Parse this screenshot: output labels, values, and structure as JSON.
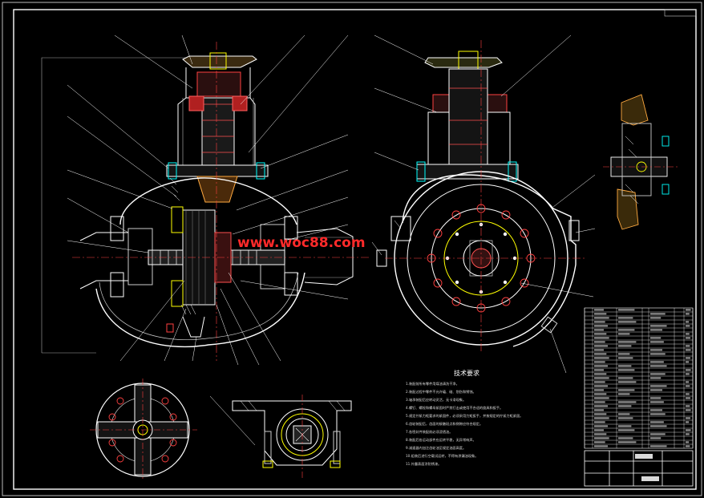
{
  "drawing": {
    "watermark": "www.woc88.com",
    "tech_title": "技术要求",
    "tech_requirements": [
      "1.装配前所有零件用煤油清洗干净。",
      "2.装配过程中零件不允许磕、碰、划伤和锈蚀。",
      "3.轴承装配后应转动灵活，无卡滞现象。",
      "4.螺钉、螺栓和螺母紧固时严禁打击或使用不合适的旋具和扳手。",
      "5.规定拧紧力矩要求的紧固件，必须采用力矩扳手，并按规定的拧紧力矩紧固。",
      "6.齿轮装配后，齿面的接触斑点和侧隙应符合规定。",
      "7.各密封件装配前必须浸透油。",
      "8.装配后各运动部件应运转平稳，无异常响声。",
      "9.减速器内加注齿轮油至规定油面高度。",
      "10.组装后进行空载试运转，不得有渗漏油现象。",
      "11.外露表面涂防锈漆。"
    ]
  }
}
